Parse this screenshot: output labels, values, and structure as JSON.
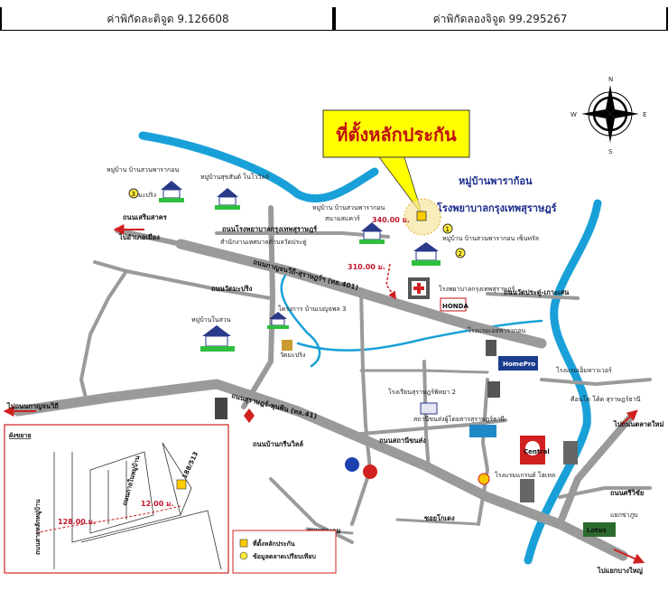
{
  "coordinates": {
    "latitude_text": "ค่าพิกัดละติจูด 9.126608",
    "longitude_text": "ค่าพิกัดลองจิจูด 99.295267"
  },
  "callout": {
    "text": "ที่ตั้งหลักประกัน"
  },
  "compass": {
    "n": "N",
    "s": "S",
    "e": "E",
    "w": "W"
  },
  "titles": {
    "village": "หมู่บ้านพาราก้อน",
    "hospital": "โรงพยาบาลกรุงเทพสุราษฎร์"
  },
  "distances": {
    "d1": "340.00 ม.",
    "d2": "310.00 ม."
  },
  "roads": {
    "serm_sakorn": "ถนนเสริมสาคร",
    "to_surat": "ไปอำเภอเมือง",
    "hospital_road": "ถนนโรงพยาบาลกรุงเทพสุราษฎร์",
    "main_road": "ถนนกาญจนวิถี-สุราษฎร์ฯ (ทล.401)",
    "wat_mapring": "ถนนวัดมะปริง",
    "wat_pradu": "ถนนวัดประดู่-เกาะเสน",
    "to_chumphon": "ไปถนนกาญจนวิถี",
    "highway_41": "ถนนสุราษฎร์-พุนพิน (ทล.41)",
    "ban_klang": "ถนนบ้านกรีนวิลล์",
    "station_road": "ถนนสถานีขนส่ง",
    "to_market": "ไปถนนตลาดใหม่",
    "sriwichai": "ถนนศรีวิชัย",
    "kaew": "แยกข่าภูบ",
    "chong_lom": "ถนนช่องลม",
    "chonkasem": "ซอยโกเดง",
    "to_bangyai": "ไปแยกบางใหญ่"
  },
  "places": {
    "p_suan_mangkon": "หมู่บ้าน บ้านสวนพารากอน",
    "p_mapring": "มะปริง",
    "p_suk": "หมู่บ้านสุขสันต์ โนโววิลล์",
    "p_suan2a": "หมู่บ้าน บ้านสวนพารากอน",
    "p_suan2b": "สนามสแควร์",
    "p_office": "สำนักงานเทศบาลตำบลวัดประดู่",
    "p_central_vil": "หมู่บ้าน บ้านสวนพารากอน เซ็นทรัล",
    "p_hospital2": "โรงพยาบาลกรุงเทพสุราษฎร์",
    "p_honda": "HONDA",
    "p_project3": "โครงการ บ้านเบญจพล 3",
    "p_nai_suan": "หมู่บ้านในสวน",
    "p_wat": "วัดมะปริง",
    "p_hotel": "โรงแรมเอสพารากอน",
    "p_homepro": "HomePro",
    "p_tower": "โรงแรมเอ็มทาวเวอร์",
    "p_school": "โรงเรียนสุราษฎร์พิทยา 2",
    "p_bus": "สถานีขนส่งผู้โดยสารสุราษฎร์ธานี",
    "p_condo": "คือนโด โค้ด สุราษฎร์ธานี",
    "p_central": "Central",
    "p_lotus": "Lotus",
    "p_hotel2": "โรงแรมแกรนด์ โฮเทล"
  },
  "inset": {
    "title": "ผังขยาย",
    "dim1": "128.00 ม.",
    "dim2": "12.00 ม.",
    "code": "188/513",
    "road_vertical": "ถนนสายหลักหมู่บ้าน",
    "road_diag": "ถนนภายในหมู่บ้าน"
  },
  "legend": {
    "collateral": "ที่ตั้งหลักประกัน",
    "comparison": "ข้อมูลตลาดเปรียบเทียบ"
  },
  "colors": {
    "river": "#1aa0d8",
    "road": "#9a9a9a",
    "callout_fill": "#ffff00",
    "callout_text": "#c01010",
    "title_text": "#1a2a8a",
    "distance": "#c0152a",
    "house_roof": "#2a3a8a",
    "house_lawn": "#2fbf3f"
  },
  "icons": [
    "compass-icon",
    "house-icon",
    "hospital-icon",
    "building-icon",
    "gas-station-icon",
    "arrow-icon"
  ]
}
